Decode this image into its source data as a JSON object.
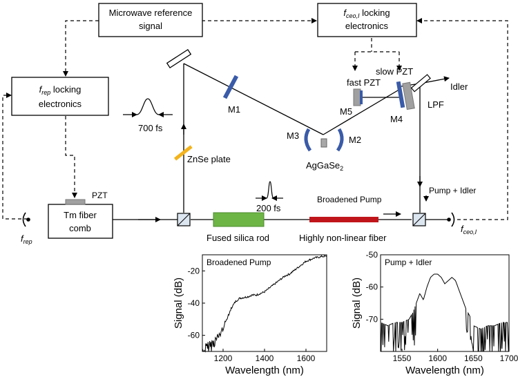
{
  "boxes": {
    "microwave": [
      "Microwave reference",
      "signal"
    ],
    "ceo_lock": {
      "symbol": "f",
      "sub": "ceo,I",
      "line1_rest": " locking",
      "line2": "electronics"
    },
    "rep_lock": {
      "symbol": "f",
      "sub": "rep",
      "line1_rest": " locking",
      "line2": "electronics"
    },
    "tm_comb": [
      "Tm fiber",
      "comb"
    ]
  },
  "labels": {
    "m1": "M1",
    "m2": "M2",
    "m3": "M3",
    "m4": "M4",
    "m5": "M5",
    "zinc": "ZnSe plate",
    "crystal": "AgGaSe",
    "crystal_sub": "2",
    "fast_pzt": "fast PZT",
    "slow_pzt": "slow PZT",
    "pzt": "PZT",
    "lpf": "LPF",
    "idler": "Idler",
    "pulse_700": "700 fs",
    "pulse_200": "200 fs",
    "broadened_pump": "Broadened Pump",
    "pump_idler": "Pump + Idler",
    "fused_silica": "Fused silica rod",
    "hnlf": "Highly non-linear fiber",
    "f_rep_symbol": "f",
    "f_rep_sub": "rep",
    "f_ceo_symbol": "f",
    "f_ceo_sub": "ceo,I"
  },
  "colors": {
    "mirror": "#3a5ba8",
    "pzt": "#a0a0a0",
    "zinc": "#f2b31c",
    "fused_silica": "#6db545",
    "hnlf": "#c0161b",
    "crystal": "#a8a8a8"
  },
  "chart_data": [
    {
      "type": "line",
      "title": "Broadened Pump",
      "xlabel": "Wavelength (nm)",
      "ylabel": "Signal (dB)",
      "xlim": [
        1100,
        1700
      ],
      "ylim": [
        -70,
        -10
      ],
      "xticks": [
        1200,
        1400,
        1600
      ],
      "yticks": [
        -60,
        -40,
        -20
      ],
      "series": [
        {
          "x": [
            1100,
            1120,
            1140,
            1160,
            1180,
            1200,
            1220,
            1240,
            1260,
            1280,
            1300,
            1320,
            1340,
            1360,
            1380,
            1400,
            1420,
            1440,
            1460,
            1480,
            1500,
            1520,
            1540,
            1560,
            1580,
            1600,
            1620,
            1640,
            1660,
            1680,
            1700
          ],
          "y": [
            -66,
            -64,
            -62,
            -60,
            -58,
            -54,
            -48,
            -43,
            -39,
            -37,
            -36.5,
            -36,
            -35,
            -35,
            -34,
            -33,
            -31,
            -29,
            -27,
            -25,
            -23,
            -22,
            -20,
            -18,
            -16,
            -14,
            -13,
            -12,
            -11.5,
            -11,
            -11
          ]
        }
      ]
    },
    {
      "type": "line",
      "title": "Pump + Idler",
      "xlabel": "Wavelength (nm)",
      "ylabel": "Signal (dB)",
      "xlim": [
        1520,
        1700
      ],
      "ylim": [
        -80,
        -50
      ],
      "xticks": [
        1550,
        1600,
        1650,
        1700
      ],
      "yticks": [
        -70,
        -60,
        -50
      ],
      "series": [
        {
          "x": [
            1520,
            1530,
            1540,
            1550,
            1560,
            1565,
            1570,
            1575,
            1580,
            1585,
            1590,
            1595,
            1600,
            1605,
            1610,
            1615,
            1620,
            1625,
            1630,
            1635,
            1640,
            1645,
            1650,
            1660,
            1670,
            1680,
            1690,
            1700
          ],
          "y": [
            -71,
            -72,
            -71,
            -71,
            -70,
            -68,
            -65,
            -62,
            -64,
            -60,
            -57,
            -56,
            -56,
            -57,
            -59,
            -58,
            -57,
            -58,
            -61,
            -64,
            -67,
            -69,
            -72,
            -73,
            -72,
            -72,
            -71,
            -71
          ]
        }
      ]
    }
  ]
}
